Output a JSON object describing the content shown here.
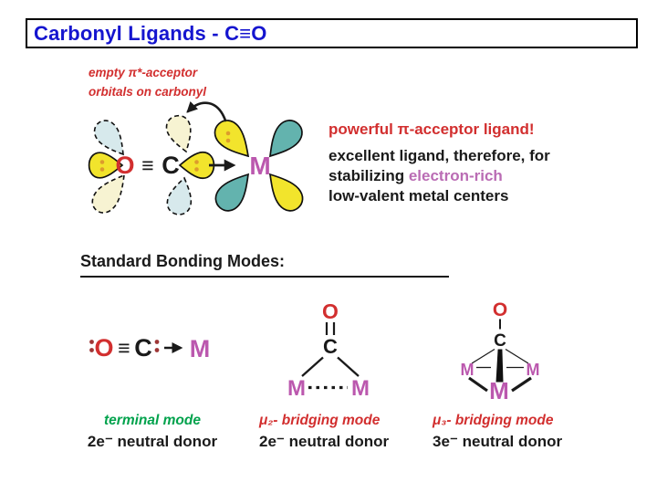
{
  "slide": {
    "title": "Carbonyl Ligands - C≡O"
  },
  "orbital_diagram": {
    "annotation": {
      "line1": "empty  π*-acceptor",
      "line2": "orbitals on carbonyl"
    },
    "atoms": {
      "o": "O",
      "bond": "≡",
      "c": "C",
      "m": "M"
    }
  },
  "description": {
    "line1": "powerful  π-acceptor ligand!",
    "line2": "excellent ligand, therefore, for",
    "line3_prefix": "stabilizing ",
    "line3_highlight": "electron-rich",
    "line4": "low-valent metal centers"
  },
  "bonding_section": {
    "heading": "Standard Bonding Modes:",
    "structures": {
      "terminal": {
        "o": "O",
        "bond": "≡",
        "c": "C",
        "m": "M"
      },
      "mu2": {
        "o": "O",
        "c": "C",
        "m_left": "M",
        "m_right": "M"
      },
      "mu3": {
        "o": "O",
        "c": "C",
        "m_left": "M",
        "m_right": "M",
        "m_bottom": "M"
      }
    },
    "modes": [
      {
        "label": "terminal mode",
        "donor": "2e⁻ neutral donor"
      },
      {
        "label": "μ₂- bridging mode",
        "donor": "2e⁻ neutral donor"
      },
      {
        "label": "μ₃- bridging mode",
        "donor": "3e⁻ neutral donor"
      }
    ]
  },
  "colors": {
    "title_blue": "#1515cf",
    "red": "#d22f2f",
    "green": "#00a24c",
    "purple_m": "#bb58ae",
    "purple_light": "#ba6cb4",
    "black": "#1a1a1a",
    "lobe_yellow": "#f2e42c",
    "lobe_teal": "#63b3ae",
    "lobe_cream": "#f7f3d2",
    "lobe_lightblue": "#d7e9ec",
    "dot_orange": "#dc9c2c",
    "dot_maroon": "#9e3636"
  }
}
